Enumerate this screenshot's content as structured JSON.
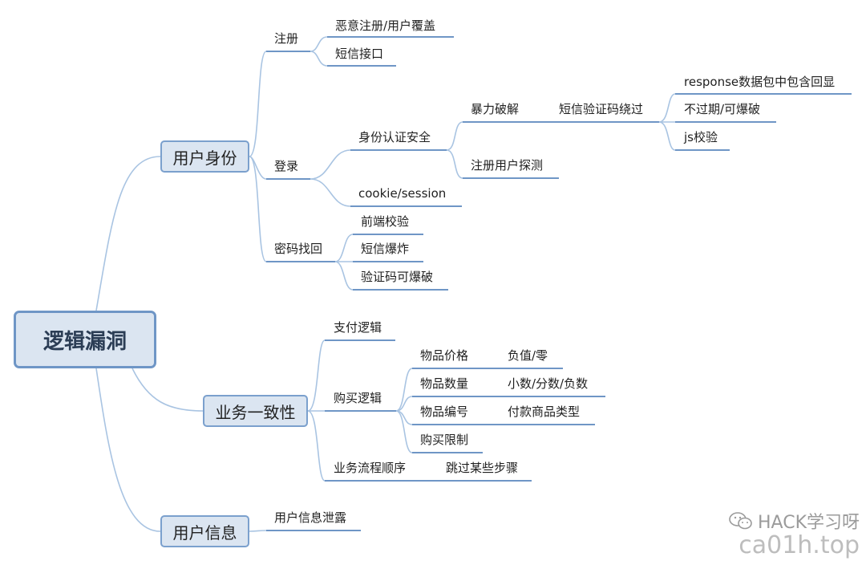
{
  "root": "逻辑漏洞",
  "branches": {
    "identity": {
      "label": "用户身份",
      "register": {
        "label": "注册",
        "items": [
          "恶意注册/用户覆盖",
          "短信接口"
        ]
      },
      "login": {
        "label": "登录",
        "auth": {
          "label": "身份认证安全",
          "brute": {
            "label": "暴力破解",
            "sms": {
              "label": "短信验证码绕过",
              "items": [
                "response数据包中包含回显",
                "不过期/可爆破",
                "js校验"
              ]
            }
          },
          "probe": "注册用户探测"
        },
        "cookie": "cookie/session"
      },
      "recover": {
        "label": "密码找回",
        "items": [
          "前端校验",
          "短信爆炸",
          "验证码可爆破"
        ]
      }
    },
    "business": {
      "label": "业务一致性",
      "pay": "支付逻辑",
      "buy": {
        "label": "购买逻辑",
        "price": {
          "label": "物品价格",
          "detail": "负值/零"
        },
        "qty": {
          "label": "物品数量",
          "detail": "小数/分数/负数"
        },
        "code": {
          "label": "物品编号",
          "detail": "付款商品类型"
        },
        "limit": "购买限制"
      },
      "flow": {
        "label": "业务流程顺序",
        "detail": "跳过某些步骤"
      }
    },
    "info": {
      "label": "用户信息",
      "leak": "用户信息泄露"
    }
  },
  "watermark": {
    "line1": "HACK学习呀",
    "line2": "ca01h.top",
    "icon": "wechat-icon"
  },
  "colors": {
    "connector": "#a9c4e2",
    "underline": "#6f96c6",
    "box_fill": "#dbe5f1",
    "box_border": "#7ba0cd"
  }
}
